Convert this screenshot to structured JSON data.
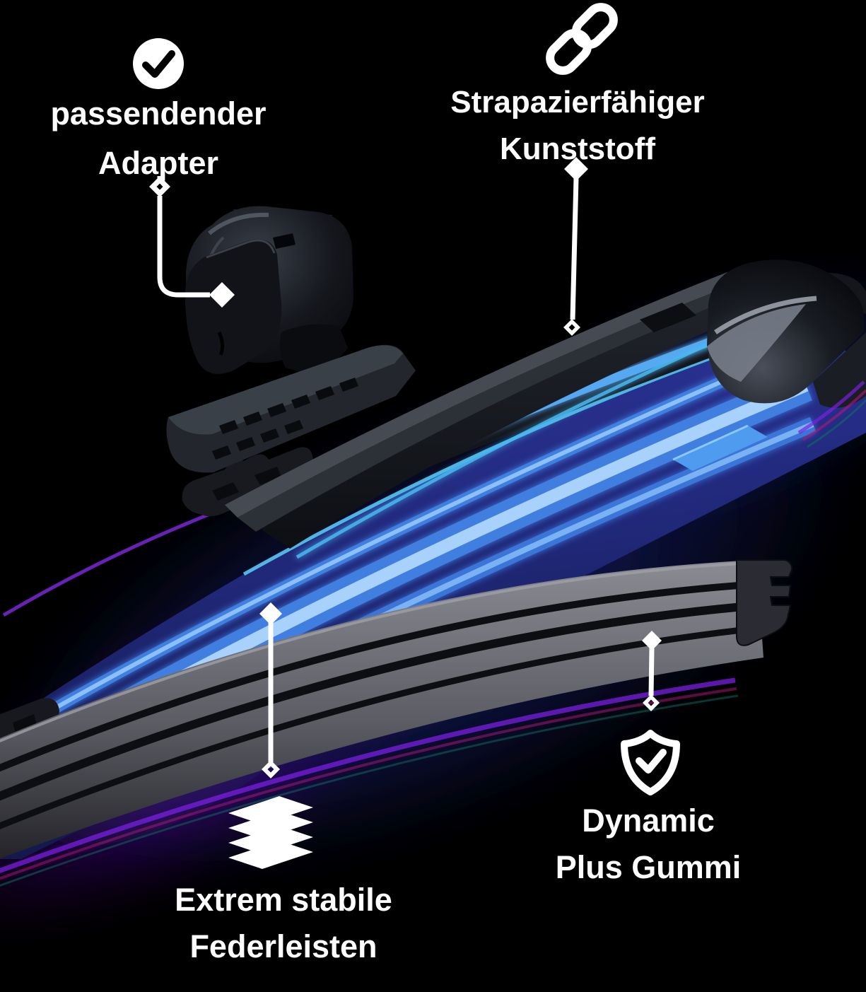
{
  "infographic": {
    "product": "wiper-blade-exploded-render",
    "callouts": [
      {
        "id": "adapter",
        "icon": "check-circle-icon",
        "lines": [
          "passendender",
          "Adapter"
        ]
      },
      {
        "id": "kunststoff",
        "icon": "chain-link-icon",
        "lines": [
          "Strapazierfähiger",
          "Kunststoff"
        ]
      },
      {
        "id": "federleisten",
        "icon": "layers-icon",
        "lines": [
          "Extrem stabile",
          "Federleisten"
        ]
      },
      {
        "id": "gummi",
        "icon": "shield-check-icon",
        "lines": [
          "Dynamic",
          "Plus Gummi"
        ]
      }
    ],
    "colors": {
      "background": "#000000",
      "text": "#fcfcfc",
      "callout_line": "#ffffff",
      "body_navy": "#232a74",
      "bright_stripe": "#a8d2fb",
      "glow_blue": "#4f9bef",
      "cyan_edge": "#58c7f4",
      "accent_purple": "#7a1fe0",
      "accent_magenta": "#b0187a",
      "accent_teal": "#0e6e62",
      "plastic_gray": "#454a53",
      "rubber_gray": "#6e6e74"
    }
  }
}
